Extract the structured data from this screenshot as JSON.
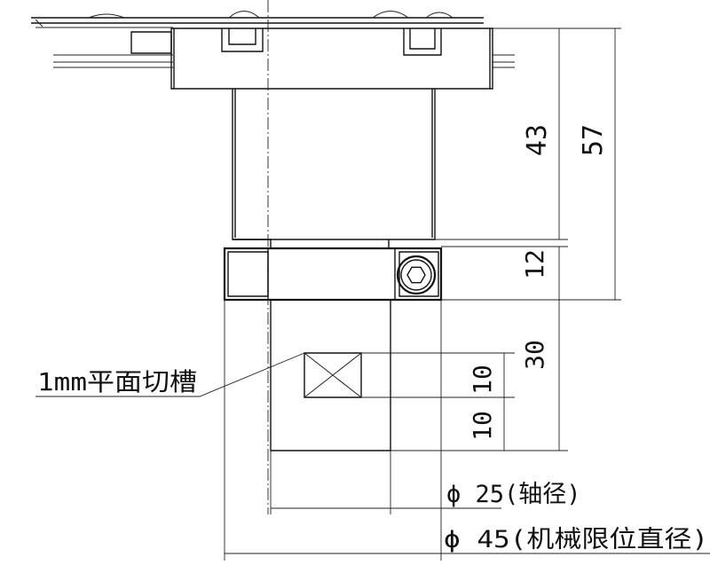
{
  "drawing": {
    "dimensions": {
      "upper_body_height": "43",
      "total_height": "57",
      "clamp_height": "12",
      "flat_length": "30",
      "flat_upper": "10",
      "flat_lower": "10",
      "shaft_diameter": "ϕ 25(轴径)",
      "limit_diameter": "ϕ 45(机械限位直径)"
    },
    "callout_label": "1mm平面切槽"
  }
}
